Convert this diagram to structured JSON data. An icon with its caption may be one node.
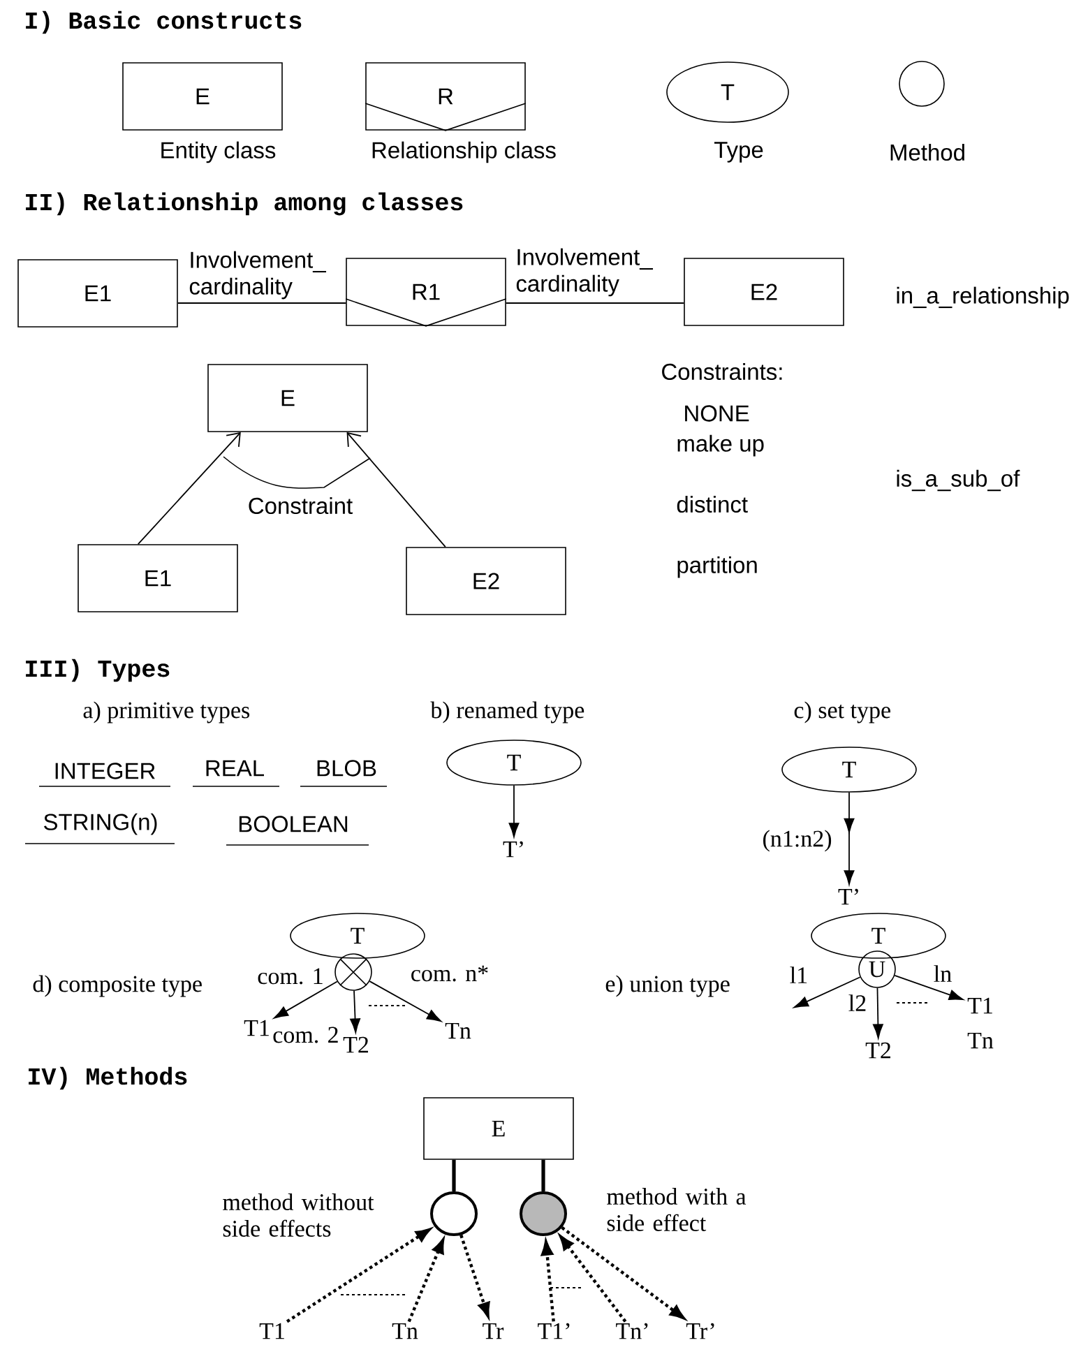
{
  "diagram": {
    "nodes": [
      {
        "text": [
          "E"
        ],
        "beside": [
          "Entity class"
        ]
      },
      {
        "text": [
          "R"
        ],
        "beside": [
          "Relationship class"
        ]
      },
      {
        "text": [
          "T"
        ],
        "beside": [
          "Type"
        ]
      },
      {
        "text": [],
        "shape": "circle",
        "beside": [
          "Method"
        ]
      },
      {
        "text": [
          "E1"
        ]
      },
      {
        "text": [
          "R1"
        ]
      },
      {
        "text": [
          "E2"
        ]
      },
      {
        "text": [
          "E"
        ]
      },
      {
        "text": [
          "E1"
        ]
      },
      {
        "text": [
          "E2"
        ]
      },
      {
        "text": [
          "T"
        ]
      },
      {
        "text": [
          "T’"
        ]
      },
      {
        "text": [
          "T"
        ]
      },
      {
        "text": [
          "T’"
        ]
      },
      {
        "text": [
          "T"
        ]
      },
      {
        "text": [],
        "shape": "circle"
      },
      {
        "text": [
          "T1"
        ]
      },
      {
        "text": [
          "T2"
        ]
      },
      {
        "text": [
          "Tn"
        ]
      },
      {
        "text": [
          "T"
        ]
      },
      {
        "text": [
          "U"
        ]
      },
      {
        "text": [
          "T1"
        ]
      },
      {
        "text": [
          "T2"
        ]
      },
      {
        "text": [
          "E"
        ]
      },
      {
        "text": [],
        "shape": "circle",
        "beside": [
          "method without side effects"
        ]
      },
      {
        "text": [],
        "shape": "circle",
        "beside": [
          "method with a side effect"
        ]
      },
      {
        "text": [
          "T1"
        ]
      },
      {
        "text": [
          "Tn"
        ]
      },
      {
        "text": [
          "Tr"
        ]
      },
      {
        "text": [
          "T1’"
        ]
      },
      {
        "text": [
          "Tn’"
        ]
      },
      {
        "text": [
          "Tr’"
        ]
      }
    ],
    "edges": [
      {
        "from": 4,
        "to": 5,
        "arrow": "none",
        "label": "Involvement_ cardinality"
      },
      {
        "from": 5,
        "to": 6,
        "arrow": "none",
        "label": "Involvement_ cardinality"
      },
      {
        "from": 8,
        "to": 7,
        "arrow": "to"
      },
      {
        "from": 9,
        "to": 7,
        "arrow": "to"
      },
      {
        "from": 10,
        "to": 11,
        "arrow": "to"
      },
      {
        "from": 12,
        "to": 13,
        "arrow": "to",
        "label": "(n1:n2)"
      },
      {
        "from": 15,
        "to": 16,
        "arrow": "to",
        "label": "com. 1"
      },
      {
        "from": 15,
        "to": 17,
        "arrow": "to",
        "label": "com. 2"
      },
      {
        "from": 15,
        "to": 18,
        "arrow": "to",
        "label": "com. n*"
      },
      {
        "from": 20,
        "to": null,
        "arrow": "to",
        "label": "l1"
      },
      {
        "from": 20,
        "to": 22,
        "arrow": "to",
        "label": "l2"
      },
      {
        "from": 20,
        "to": 21,
        "arrow": "to",
        "label": "ln"
      },
      {
        "from": 23,
        "to": 24,
        "arrow": "none",
        "style": "thick"
      },
      {
        "from": 23,
        "to": 25,
        "arrow": "none",
        "style": "thick"
      },
      {
        "from": 26,
        "to": 24,
        "arrow": "to",
        "style": "dashed"
      },
      {
        "from": 27,
        "to": 24,
        "arrow": "to",
        "style": "dashed"
      },
      {
        "from": 24,
        "to": 28,
        "arrow": "to",
        "style": "dashed"
      },
      {
        "from": 29,
        "to": 25,
        "arrow": "to",
        "style": "dashed"
      },
      {
        "from": 30,
        "to": 25,
        "arrow": "to",
        "style": "dashed"
      },
      {
        "from": 25,
        "to": 31,
        "arrow": "to",
        "style": "dashed"
      }
    ],
    "labels": [
      "I) Basic constructs",
      "II) Relationship among classes",
      "in_a_relationship",
      "Constraints:",
      "NONE",
      "make up",
      "Constraint",
      "is_a_sub_of",
      "distinct",
      "partition",
      "III) Types",
      "a) primitive types",
      "b)  renamed type",
      "c) set type",
      "INTEGER",
      "REAL",
      "BLOB",
      "STRING(n)",
      "BOOLEAN",
      "d) composite type",
      "e) union type",
      "Tn",
      "IV) Methods"
    ]
  }
}
